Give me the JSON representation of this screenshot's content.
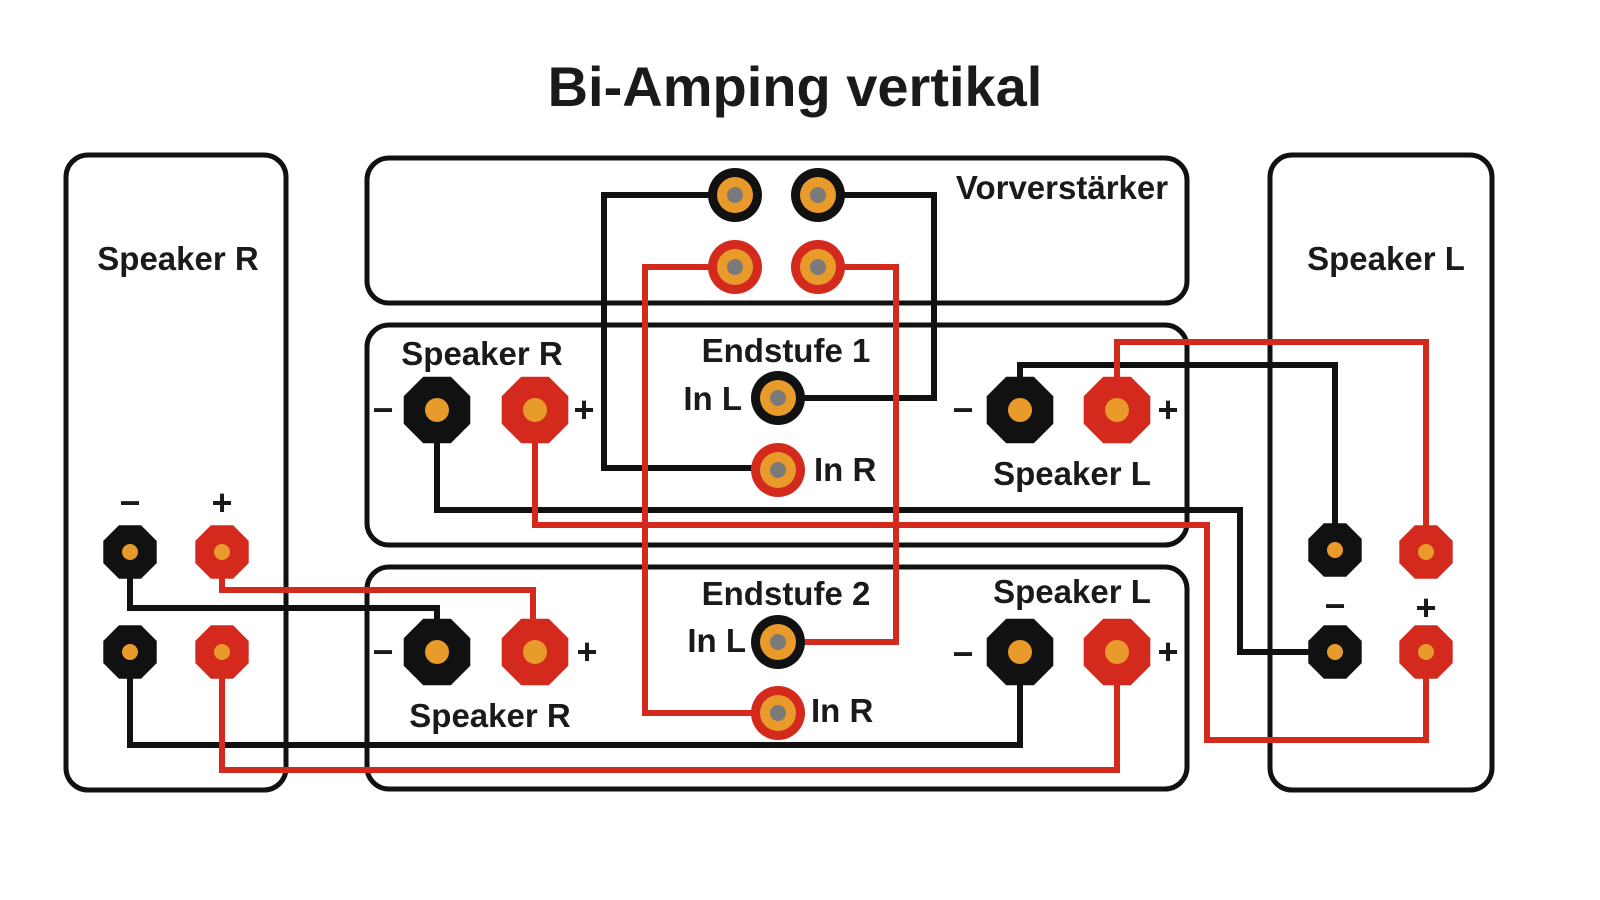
{
  "title": "Bi-Amping vertikal",
  "colors": {
    "negative": "#111111",
    "positive": "#d42a1e",
    "contact": "#e89a2a",
    "rca_center": "#7a7a7a",
    "outline": "#111111",
    "background": "#ffffff"
  },
  "speaker_r": {
    "label": "Speaker R",
    "minus": "−",
    "plus": "+"
  },
  "speaker_l": {
    "label": "Speaker L",
    "minus": "−",
    "plus": "+"
  },
  "preamp": {
    "label": "Vorverstärker"
  },
  "amp1": {
    "label": "Endstufe 1",
    "in_l": "In L",
    "in_r": "In R",
    "speaker_r": "Speaker R",
    "speaker_l": "Speaker L",
    "minus": "−",
    "plus": "+"
  },
  "amp2": {
    "label": "Endstufe 2",
    "in_l": "In L",
    "in_r": "In R",
    "speaker_r": "Speaker R",
    "speaker_l": "Speaker L",
    "minus": "−",
    "plus": "+"
  }
}
